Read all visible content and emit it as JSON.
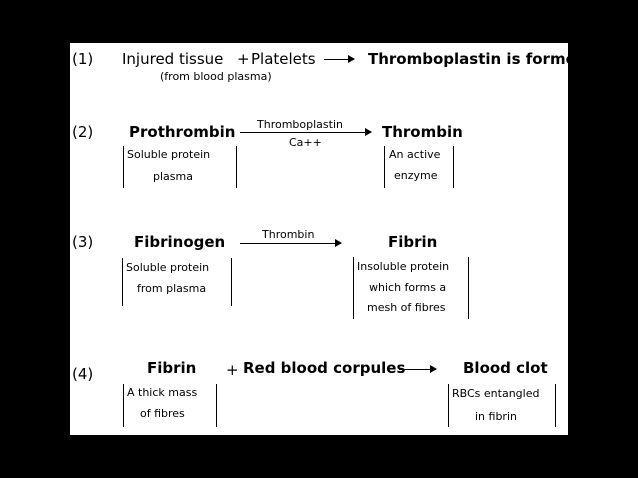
{
  "rows": [
    {
      "num": "(1)",
      "left": "Injured tissue",
      "plus": "+",
      "middle": "Platelets",
      "right": "Thromboplastin is formed",
      "note": "(from blood plasma)"
    },
    {
      "num": "(2)",
      "left": "Prothrombin",
      "left_note": [
        "Soluble protein",
        "plasma"
      ],
      "arrow_top": "Thromboplastin",
      "arrow_bottom": "Ca++",
      "right": "Thrombin",
      "right_note": [
        "An active",
        "enzyme"
      ]
    },
    {
      "num": "(3)",
      "left": "Fibrinogen",
      "left_note": [
        "Soluble protein",
        "from plasma"
      ],
      "arrow_top": "Thrombin",
      "right": "Fibrin",
      "right_note": [
        "Insoluble protein",
        "which forms a",
        "mesh of fibres"
      ]
    },
    {
      "num": "(4)",
      "left": "Fibrin",
      "left_note": [
        "A thick mass",
        "of fibres"
      ],
      "plus": "+",
      "middle": "Red blood corpules",
      "right": "Blood clot",
      "right_note": [
        "RBCs entangled",
        "in fibrin"
      ]
    }
  ]
}
